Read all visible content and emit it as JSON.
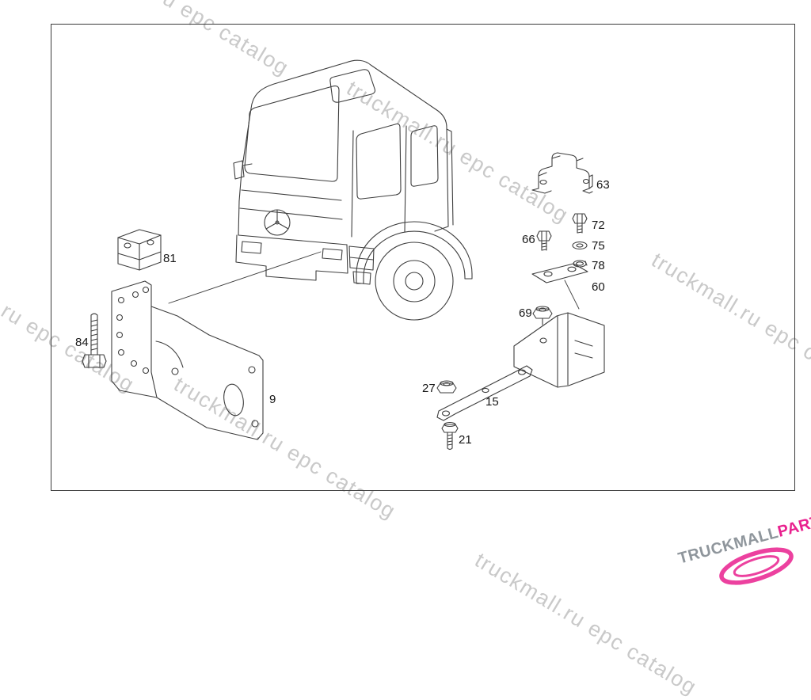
{
  "watermark": {
    "text": "truckmall.ru epc catalog",
    "color": "#c9c9c9"
  },
  "diagram": {
    "labels": {
      "p81": "81",
      "p84": "84",
      "p9": "9",
      "p63": "63",
      "p66": "66",
      "p72": "72",
      "p75": "75",
      "p78": "78",
      "p60": "60",
      "p69": "69",
      "p27": "27",
      "p15": "15",
      "p21": "21"
    }
  },
  "logo": {
    "text_primary": "TRUCKMALL",
    "text_accent": "PARTS",
    "primary_color": "#8f969c",
    "accent_color": "#e9218f"
  }
}
